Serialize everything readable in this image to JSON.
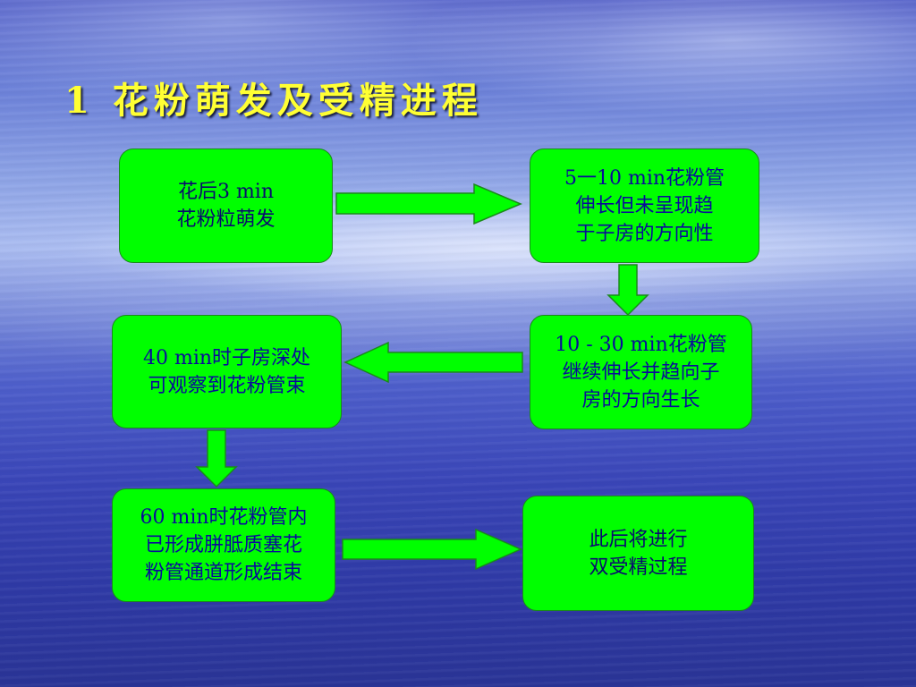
{
  "slide": {
    "title": "1  花粉萌发及受精进程"
  },
  "flow": {
    "steps": [
      {
        "text": "花后3 min\n花粉粒萌发"
      },
      {
        "text": "5一10 min花粉管\n伸长但未呈现趋\n于子房的方向性"
      },
      {
        "text": "10 - 30 min花粉管\n继续伸长并趋向子\n房的方向生长"
      },
      {
        "text": "40 min时子房深处\n可观察到花粉管束"
      },
      {
        "text": "60 min时花粉管内\n已形成胼胝质塞花\n粉管通道形成结束"
      },
      {
        "text": "此后将进行\n双受精过程"
      }
    ]
  },
  "colors": {
    "box_fill": "#00ff00",
    "box_text": "#0a0a9a",
    "title": "#ffff33"
  }
}
